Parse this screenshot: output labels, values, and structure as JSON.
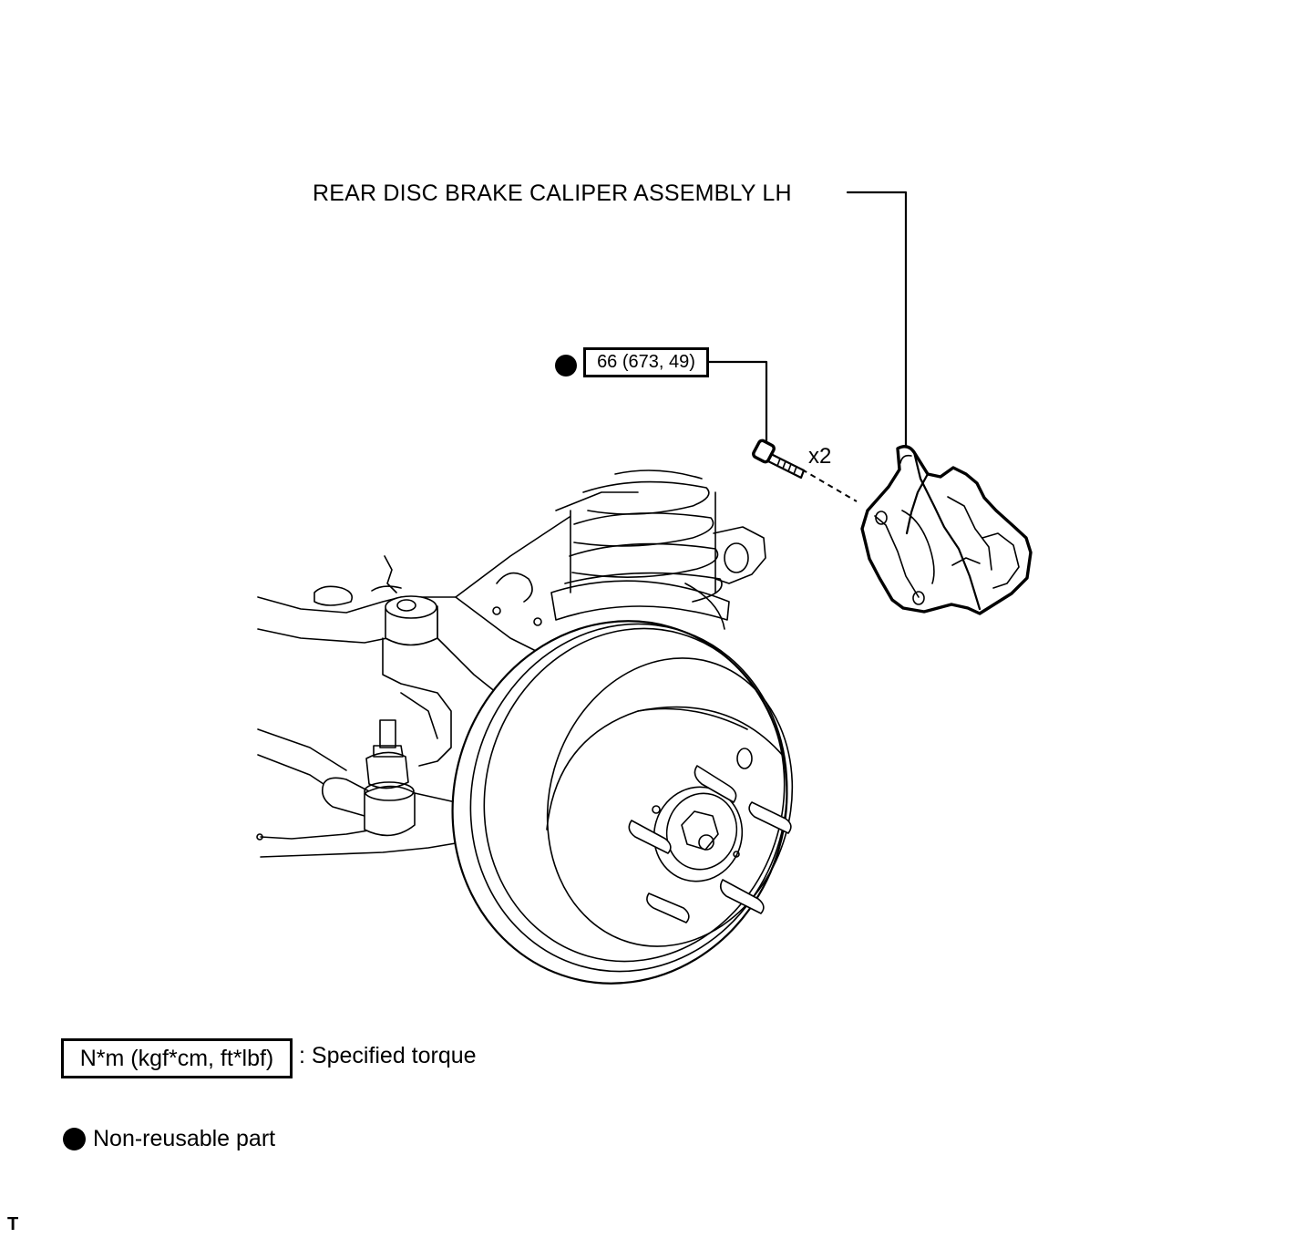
{
  "part_label": "REAR DISC BRAKE CALIPER ASSEMBLY LH",
  "torque_spec": "66 (673, 49)",
  "quantity": "x2",
  "legend": {
    "torque_unit": "N*m (kgf*cm, ft*lbf)",
    "torque_desc": ": Specified torque",
    "nonreusable_desc": "Non-reusable part"
  },
  "corner_mark": "T"
}
